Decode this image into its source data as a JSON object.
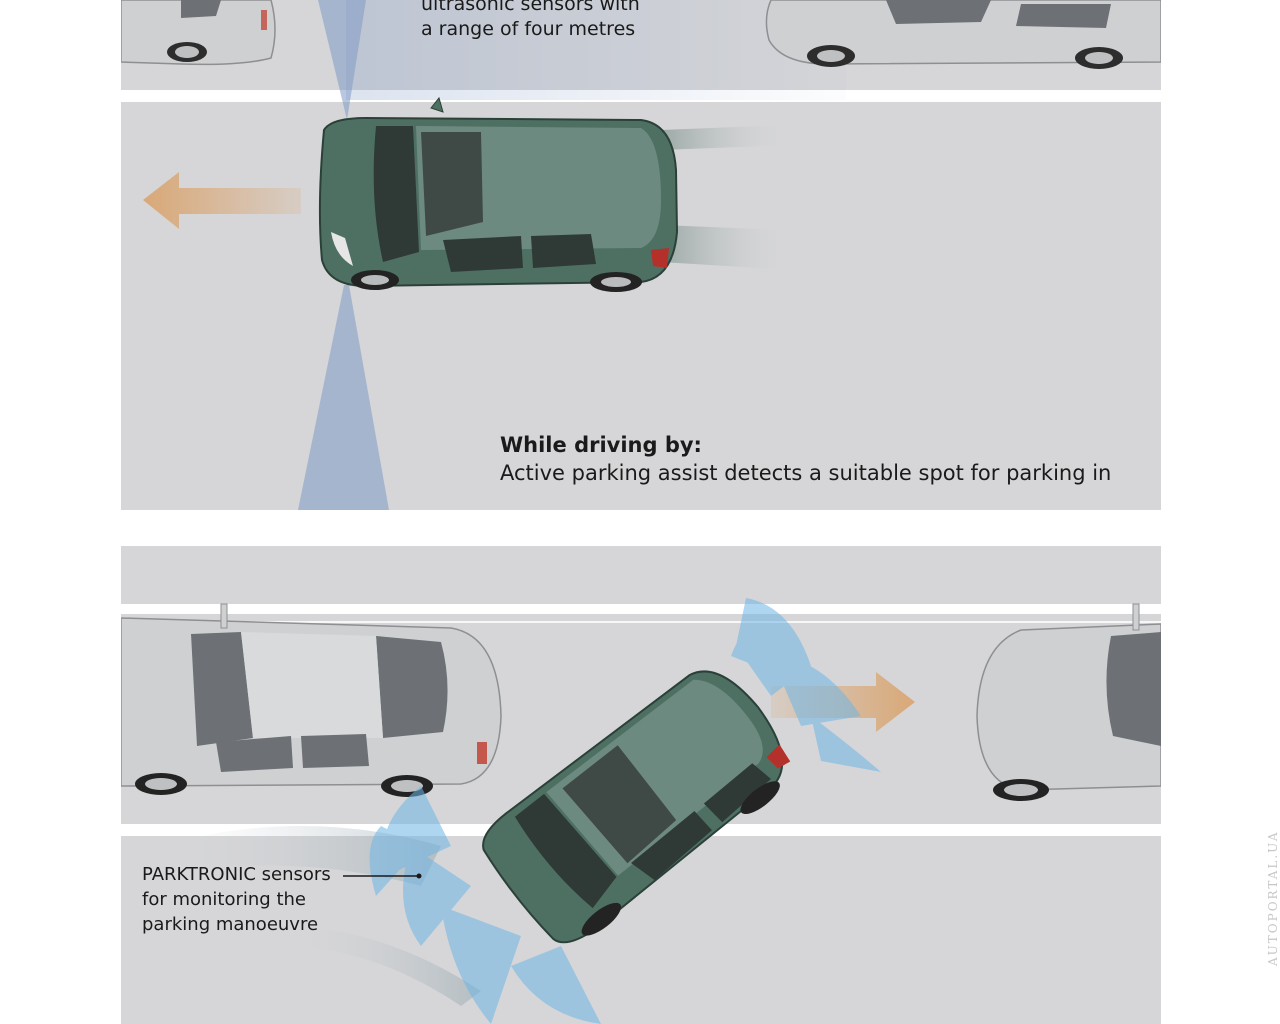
{
  "top_panel": {
    "sensor_caption": [
      "ultrasonic sensors with",
      "a range of four metres"
    ],
    "driving_title": "While driving by:",
    "driving_text": "Active parking assist detects a suitable spot for parking in"
  },
  "bottom_panel": {
    "parktronic_caption": [
      "PARKTRONIC sensors",
      "for monitoring the",
      "parking manoeuvre"
    ]
  },
  "watermark": "AUTOPORTAL.UA",
  "colors": {
    "road": "#d6d6d8",
    "lane_divider": "#ffffff",
    "sensor_beam": "#8aa4cc",
    "parktronic_beam": "#6fb6e6",
    "direction_arrow": "#d9a877",
    "green_car": "#4e7063",
    "silver_car": "#cfd0d2"
  },
  "icons": [
    "direction-arrow-left",
    "direction-arrow-right",
    "green-car",
    "silver-car"
  ]
}
